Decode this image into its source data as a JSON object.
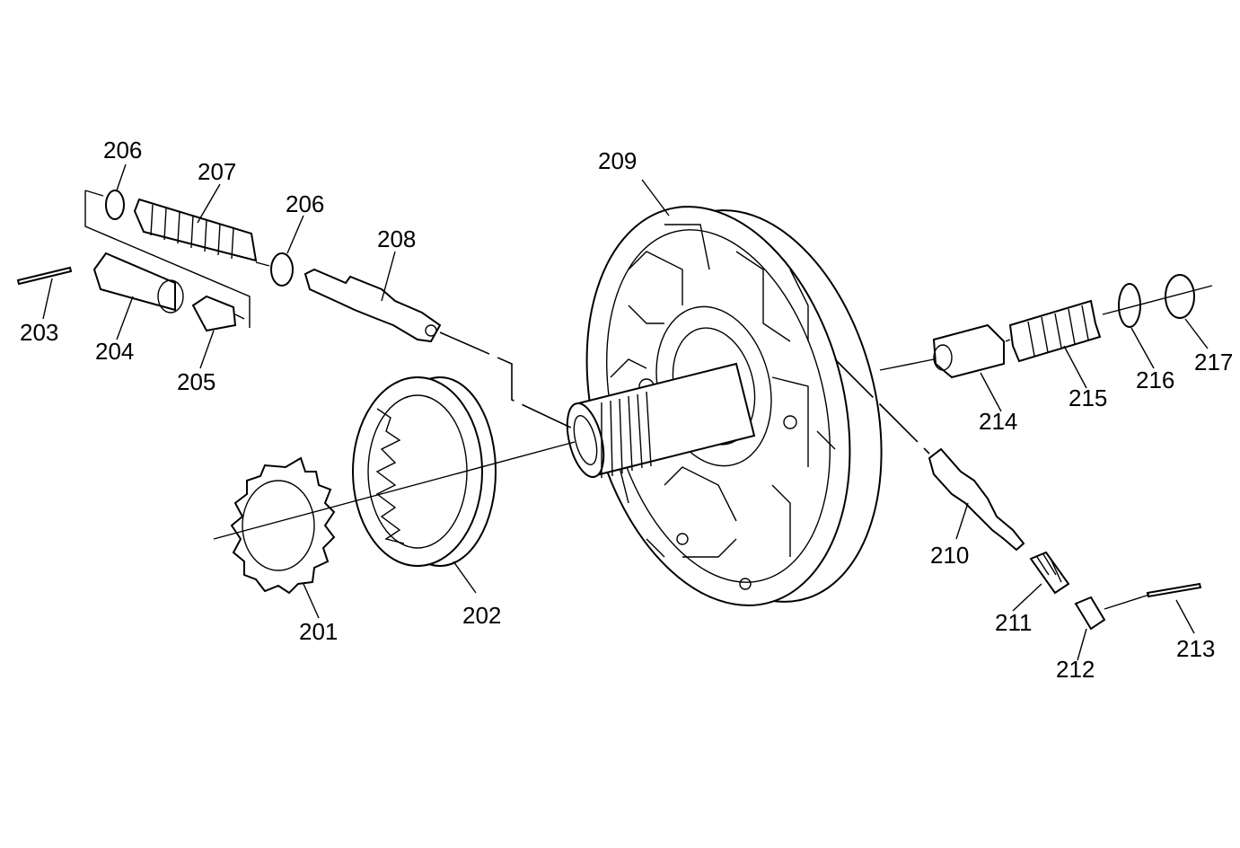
{
  "labels": {
    "l201": "201",
    "l202": "202",
    "l203": "203",
    "l204": "204",
    "l205": "205",
    "l206a": "206",
    "l206b": "206",
    "l207": "207",
    "l208": "208",
    "l209": "209",
    "l210": "210",
    "l211": "211",
    "l212": "212",
    "l213": "213",
    "l214": "214",
    "l215": "215",
    "l216": "216",
    "l217": "217"
  }
}
